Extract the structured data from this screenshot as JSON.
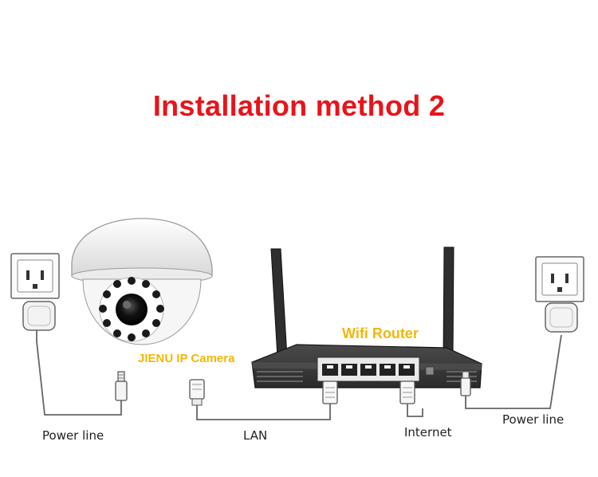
{
  "title": "Installation method 2",
  "labels": {
    "camera": "JIENU IP Camera",
    "router": "Wifi Router",
    "power_left": "Power line",
    "lan": "LAN",
    "internet": "Internet",
    "power_right": "Power line"
  },
  "colors": {
    "title": "#e8141b",
    "highlight_label": "#f2b705",
    "line": "#555555"
  },
  "icons": [
    "wall-socket-icon",
    "power-adapter-icon",
    "dome-camera-icon",
    "wifi-router-icon",
    "rj45-plug-icon",
    "dc-plug-icon"
  ]
}
